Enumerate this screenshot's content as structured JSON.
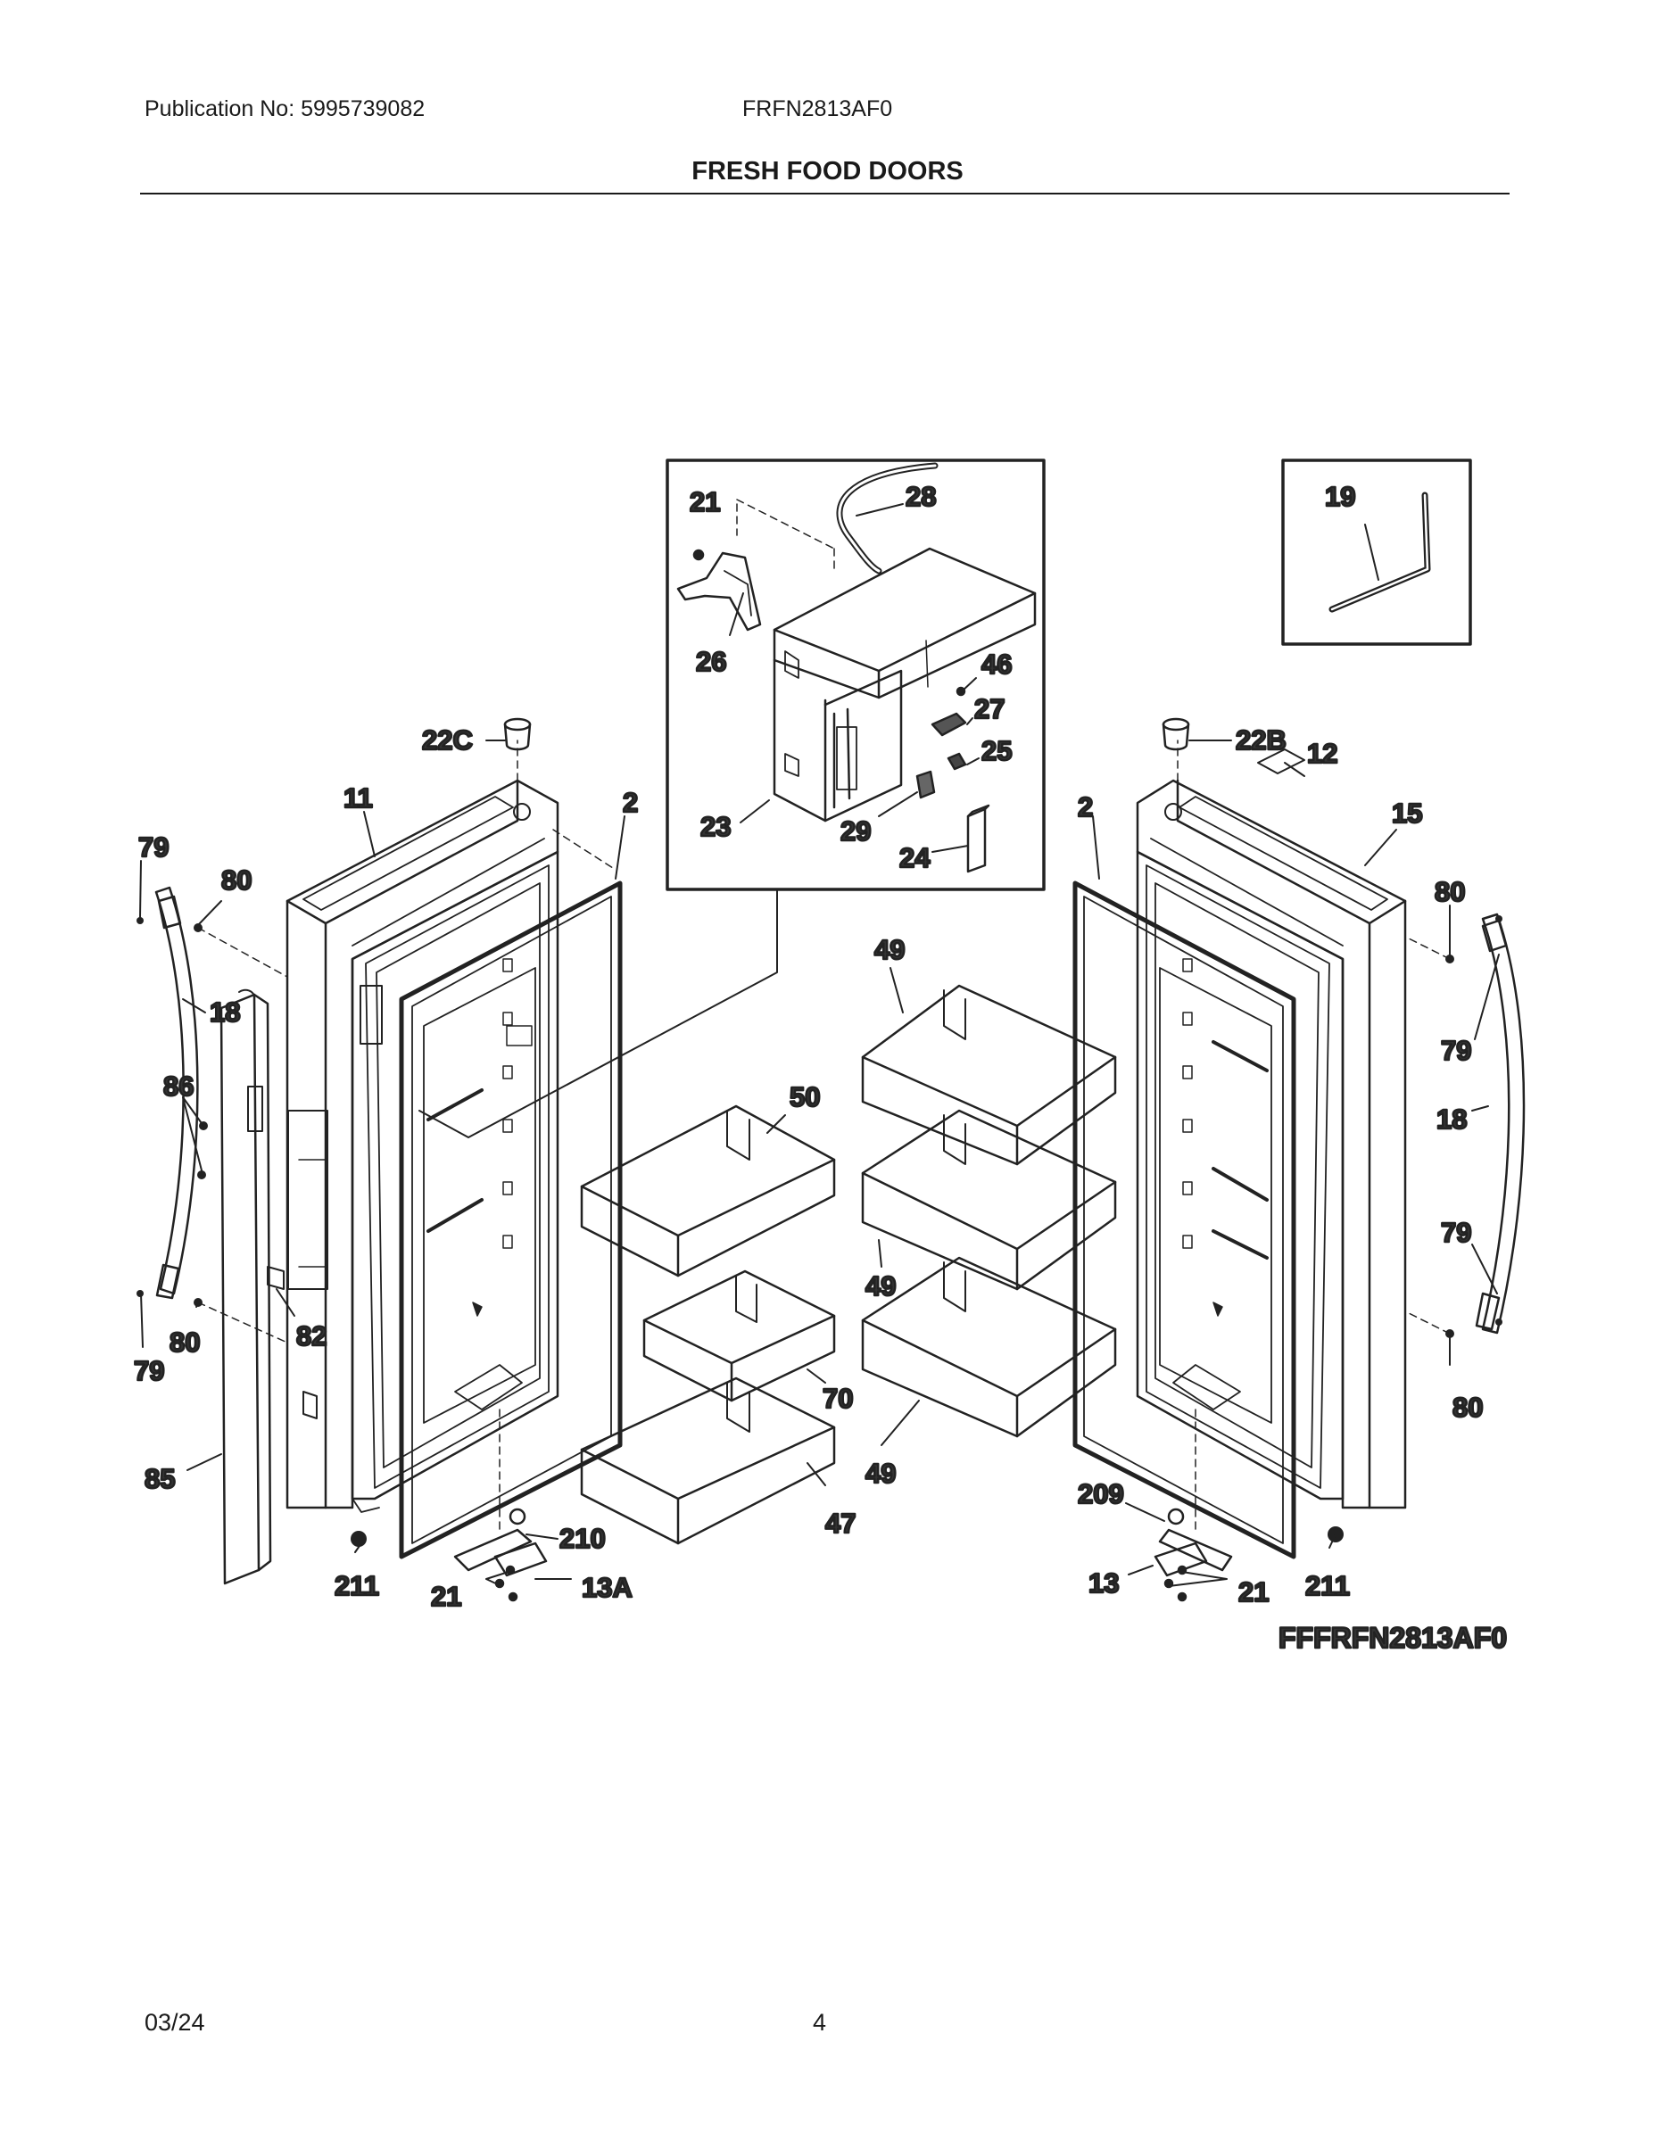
{
  "header": {
    "publication": "Publication No: 5995739082",
    "model": "FRFN2813AF0",
    "section_title": "FRESH FOOD DOORS"
  },
  "diagram": {
    "callouts": {
      "c21a": "21",
      "c28": "28",
      "c26": "26",
      "c46": "46",
      "c27": "27",
      "c25": "25",
      "c23": "23",
      "c29": "29",
      "c24": "24",
      "c19": "19",
      "c22c": "22C",
      "c22b": "22B",
      "c12": "12",
      "c11": "11",
      "c2a": "2",
      "c2b": "2",
      "c15": "15",
      "c79a": "79",
      "c80a": "80",
      "c18a": "18",
      "c86": "86",
      "c80b": "80",
      "c79b": "79",
      "c82": "82",
      "c85": "85",
      "c211a": "211",
      "c21b": "21",
      "c13a": "13A",
      "c210": "210",
      "c49a": "49",
      "c50": "50",
      "c49b": "49",
      "c70": "70",
      "c47": "47",
      "c49c": "49",
      "c80c": "80",
      "c79c": "79",
      "c18b": "18",
      "c79d": "79",
      "c80d": "80",
      "c209": "209",
      "c13": "13",
      "c21c": "21",
      "c211b": "211"
    },
    "code": "FFFRFN2813AF0"
  },
  "footer": {
    "date": "03/24",
    "page": "4"
  }
}
